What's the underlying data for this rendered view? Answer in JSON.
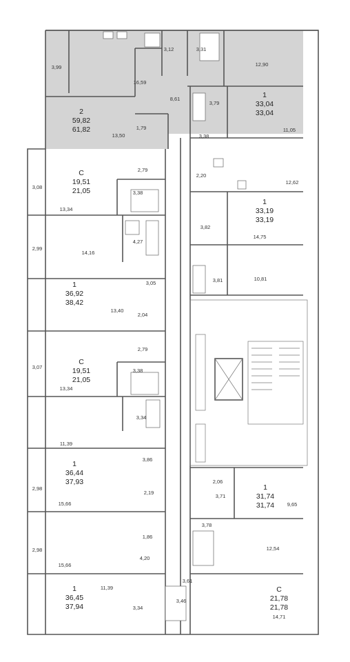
{
  "apartments": [
    {
      "id": "apt-2-top",
      "type": "2",
      "area_living": "59,82",
      "area_total": "61,82",
      "highlighted": true
    },
    {
      "id": "apt-1-r1",
      "type": "1",
      "area_living": "33,04",
      "area_total": "33,04"
    },
    {
      "id": "apt-1-r2",
      "type": "1",
      "area_living": "33,19",
      "area_total": "33,19"
    },
    {
      "id": "apt-c-l1",
      "type": "С",
      "area_living": "19,51",
      "area_total": "21,05"
    },
    {
      "id": "apt-1-l2",
      "type": "1",
      "area_living": "36,92",
      "area_total": "38,42"
    },
    {
      "id": "apt-c-l3",
      "type": "С",
      "area_living": "19,51",
      "area_total": "21,05"
    },
    {
      "id": "apt-1-l4",
      "type": "1",
      "area_living": "36,44",
      "area_total": "37,93"
    },
    {
      "id": "apt-1-r3",
      "type": "1",
      "area_living": "31,74",
      "area_total": "31,74"
    },
    {
      "id": "apt-1-l5",
      "type": "1",
      "area_living": "36,45",
      "area_total": "37,94"
    },
    {
      "id": "apt-c-r4",
      "type": "С",
      "area_living": "21,78",
      "area_total": "21,78"
    }
  ],
  "room_areas": [
    "3,99",
    "16,59",
    "3,12",
    "3,31",
    "12,90",
    "8,61",
    "13,50",
    "1,79",
    "3,79",
    "11,05",
    "3,38",
    "2,20",
    "12,62",
    "2,79",
    "3,08",
    "3,38",
    "13,34",
    "4,27",
    "2,99",
    "14,16",
    "3,82",
    "14,75",
    "3,81",
    "10,81",
    "3,05",
    "13,40",
    "2,04",
    "2,79",
    "3,07",
    "3,38",
    "13,34",
    "3,34",
    "11,39",
    "3,86",
    "2,98",
    "2,19",
    "15,66",
    "2,06",
    "3,71",
    "9,65",
    "1,86",
    "2,98",
    "4,20",
    "15,66",
    "3,78",
    "12,54",
    "3,61",
    "11,39",
    "3,46",
    "3,34",
    "14,71"
  ],
  "colors": {
    "highlight": "#d4d4d4",
    "wall": "#555555",
    "background": "#ffffff"
  }
}
